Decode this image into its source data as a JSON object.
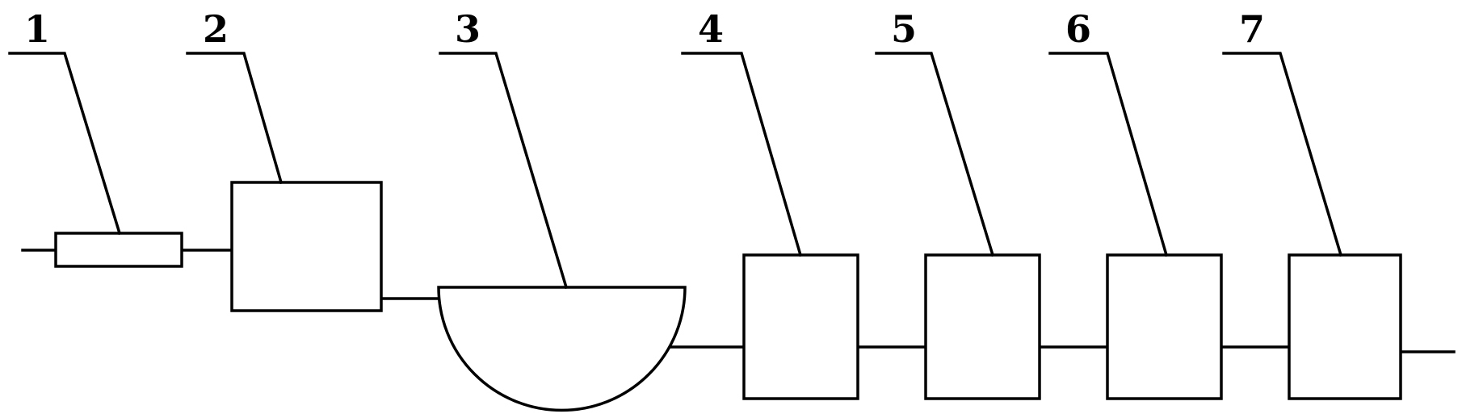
{
  "diagram": {
    "labels": [
      "1",
      "2",
      "3",
      "4",
      "5",
      "6",
      "7"
    ],
    "stroke_color": "#000000",
    "background_color": "#ffffff"
  }
}
